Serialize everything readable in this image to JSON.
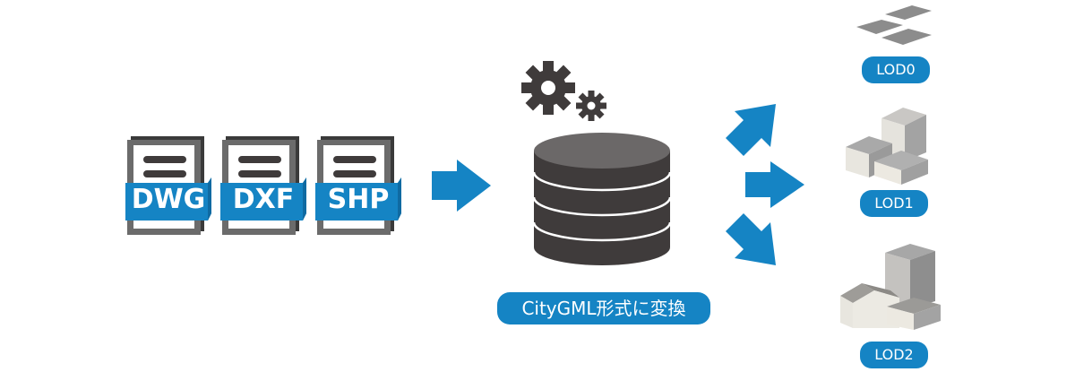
{
  "colors": {
    "accent_blue": "#1584c4",
    "dark_gray": "#3f3b3b",
    "db_top": "#6b6868",
    "file_border": "#616161"
  },
  "input_formats": [
    {
      "label": "DWG",
      "icon": "file-document-icon"
    },
    {
      "label": "DXF",
      "icon": "file-document-icon"
    },
    {
      "label": "SHP",
      "icon": "file-document-icon"
    }
  ],
  "process": {
    "icons": [
      "gears-icon",
      "database-icon"
    ],
    "label": "CityGML形式に変換"
  },
  "outputs": [
    {
      "label": "LOD0",
      "icon": "flat-footprint-icon"
    },
    {
      "label": "LOD1",
      "icon": "block-buildings-icon"
    },
    {
      "label": "LOD2",
      "icon": "roofed-buildings-icon"
    }
  ]
}
